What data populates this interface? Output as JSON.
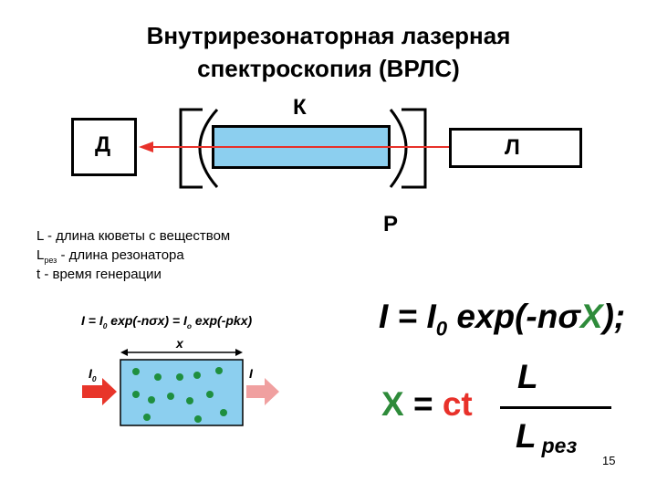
{
  "title": {
    "line1": "Внутрирезонаторная лазерная",
    "line2": "спектроскопия (ВРЛС)"
  },
  "labels": {
    "detector": "Д",
    "cuvette": "К",
    "laser": "Л",
    "resonator": "Р"
  },
  "legend": {
    "line1": "L - длина кюветы с веществом",
    "line2_main": "L",
    "line2_sub": "рез",
    "line2_rest": " - длина резонатора",
    "line3": "t - время генерации"
  },
  "small_diagram": {
    "formula_a": "I = I",
    "formula_a_sub": "0",
    "formula_b": " exp(-nσx) = I",
    "formula_b_sub": "o",
    "formula_c": " exp(-pkx)",
    "x_label": "x",
    "in_label": "I",
    "in_label_sub": "0",
    "out_label": "I"
  },
  "main_formula": {
    "part1": "I = I",
    "part1_sub": "0",
    "part2": " exp(-n",
    "sigma": "σ",
    "X": "X",
    "part3": ");"
  },
  "second_formula": {
    "X": "X",
    "eq": " = ",
    "ct": "ct",
    "numerator": "L",
    "denominator": "L",
    "denominator_sub": "рез"
  },
  "page_number": "15",
  "colors": {
    "cuvette_fill": "#8ccfef",
    "beam": "#e8312a",
    "formula_green": "#2e8b3a",
    "formula_red": "#e8312a",
    "molecule": "#1f8f3f",
    "arrow_in": "#e8352a",
    "arrow_out": "#f0a0a0"
  }
}
